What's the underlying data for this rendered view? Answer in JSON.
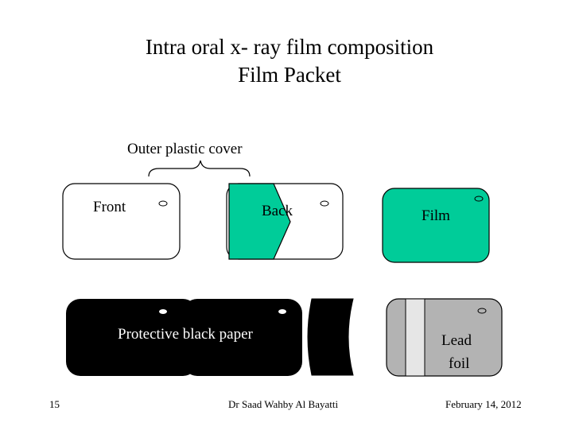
{
  "slide": {
    "title_line1": "Intra oral x- ray film composition",
    "title_line2": "Film Packet"
  },
  "diagram": {
    "outer_cover_label": "Outer plastic cover",
    "front_label": "Front",
    "back_label": "Back",
    "film_label": "Film",
    "protective_paper_label": "Protective black paper",
    "lead_foil_label_line1": "Lead",
    "lead_foil_label_line2": "foil"
  },
  "colors": {
    "teal": "#00CC99",
    "black": "#000000",
    "gray": "#B3B3B3",
    "light_gray": "#E6E6E6",
    "white": "#FFFFFF"
  },
  "footer": {
    "slide_number": "15",
    "author": "Dr Saad Wahby Al Bayatti",
    "date": "February 14, 2012"
  }
}
